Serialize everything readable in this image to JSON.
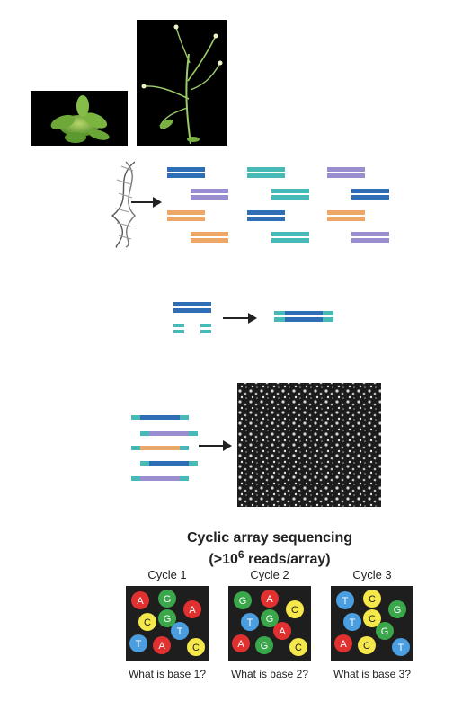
{
  "sequencing": {
    "title": "Cyclic array sequencing",
    "subtitle_prefix": "(>10",
    "subtitle_exp": "6",
    "subtitle_suffix": " reads/array)"
  },
  "cycles": [
    {
      "label": "Cycle 1",
      "question": "What is base 1?",
      "bases": [
        {
          "base": "A",
          "color": "#e03030"
        },
        {
          "base": "G",
          "color": "#3aa84a"
        },
        {
          "base": "A",
          "color": "#e03030"
        },
        {
          "base": "C",
          "color": "#f5e84a"
        },
        {
          "base": "G",
          "color": "#3aa84a"
        },
        {
          "base": "T",
          "color": "#4a9ee0"
        },
        {
          "base": "T",
          "color": "#4a9ee0"
        },
        {
          "base": "A",
          "color": "#e03030"
        },
        {
          "base": "C",
          "color": "#f5e84a"
        }
      ]
    },
    {
      "label": "Cycle 2",
      "question": "What is base 2?",
      "bases": [
        {
          "base": "G",
          "color": "#3aa84a"
        },
        {
          "base": "A",
          "color": "#e03030"
        },
        {
          "base": "C",
          "color": "#f5e84a"
        },
        {
          "base": "T",
          "color": "#4a9ee0"
        },
        {
          "base": "G",
          "color": "#3aa84a"
        },
        {
          "base": "A",
          "color": "#e03030"
        },
        {
          "base": "A",
          "color": "#e03030"
        },
        {
          "base": "G",
          "color": "#3aa84a"
        },
        {
          "base": "C",
          "color": "#f5e84a"
        }
      ]
    },
    {
      "label": "Cycle 3",
      "question": "What is base 3?",
      "bases": [
        {
          "base": "T",
          "color": "#4a9ee0"
        },
        {
          "base": "C",
          "color": "#f5e84a"
        },
        {
          "base": "G",
          "color": "#3aa84a"
        },
        {
          "base": "T",
          "color": "#4a9ee0"
        },
        {
          "base": "C",
          "color": "#f5e84a"
        },
        {
          "base": "G",
          "color": "#3aa84a"
        },
        {
          "base": "A",
          "color": "#e03030"
        },
        {
          "base": "C",
          "color": "#f5e84a"
        },
        {
          "base": "T",
          "color": "#4a9ee0"
        }
      ]
    }
  ],
  "colors": {
    "blue": "#2f6db5",
    "teal": "#47b9b6",
    "purple": "#9b8ed0",
    "orange": "#eda868",
    "dark": "#222222",
    "arrow": "#222222"
  }
}
